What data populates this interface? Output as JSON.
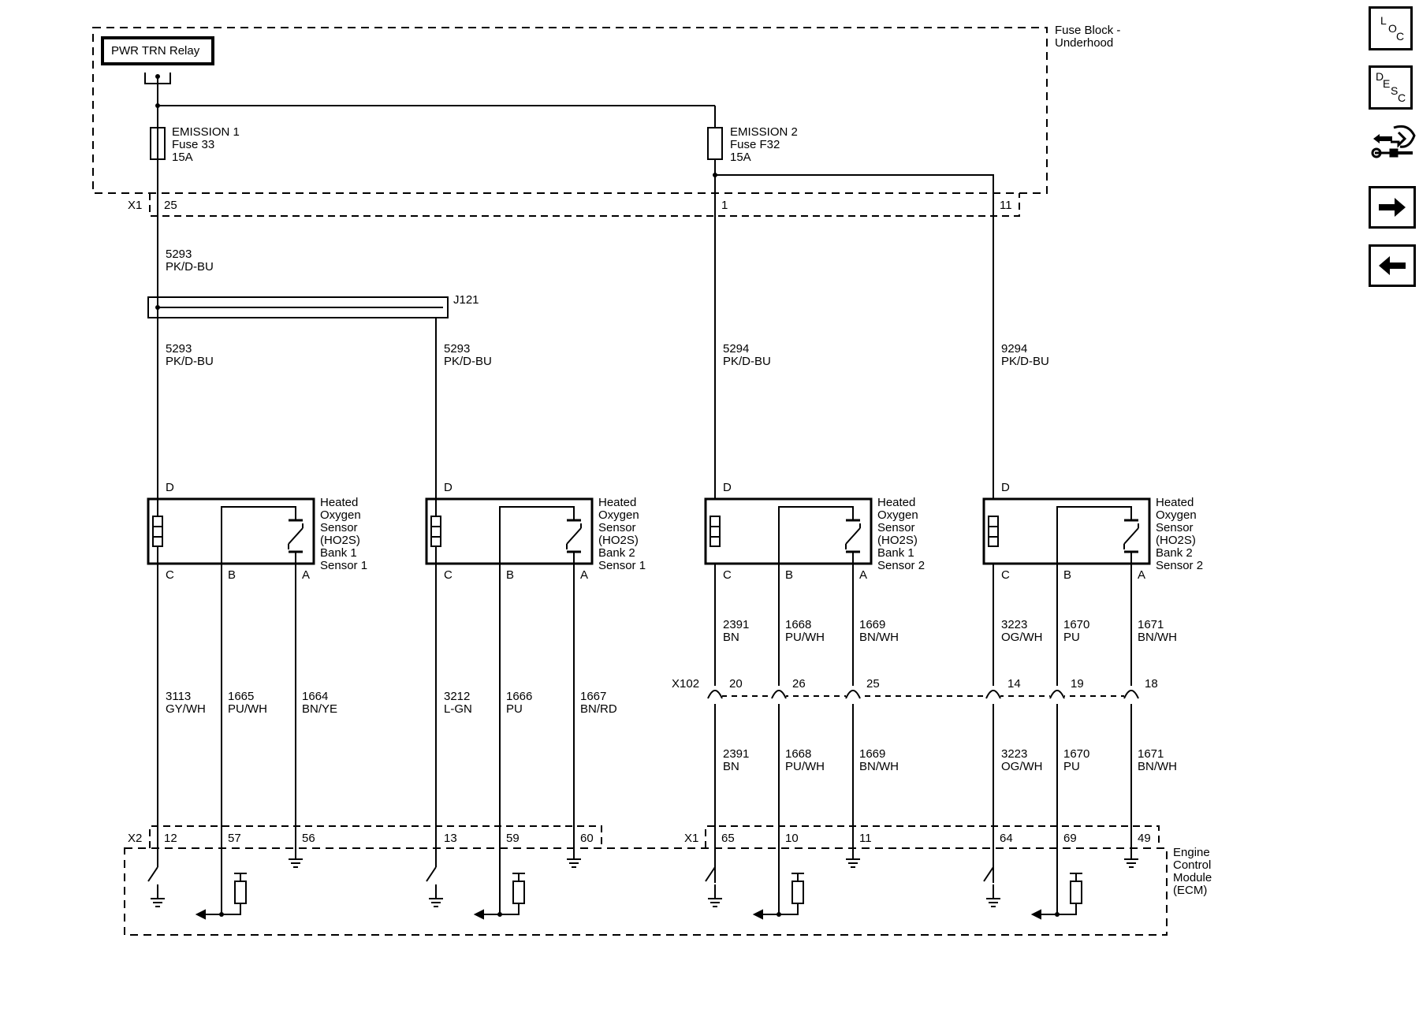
{
  "relay": {
    "label": "PWR TRN Relay"
  },
  "fuse_block": {
    "line1": "Fuse Block -",
    "line2": "Underhood"
  },
  "fuses": [
    {
      "l1": "EMISSION 1",
      "l2": "Fuse 33",
      "l3": "15A"
    },
    {
      "l1": "EMISSION 2",
      "l2": "Fuse F32",
      "l3": "15A"
    }
  ],
  "x1_top": {
    "name": "X1",
    "pins": [
      "25",
      "1",
      "11"
    ]
  },
  "splice": {
    "name": "J121"
  },
  "upper_wires": [
    {
      "num": "5293",
      "color": "PK/D-BU"
    },
    {
      "num": "5293",
      "color": "PK/D-BU"
    },
    {
      "num": "5293",
      "color": "PK/D-BU"
    },
    {
      "num": "5294",
      "color": "PK/D-BU"
    },
    {
      "num": "9294",
      "color": "PK/D-BU"
    }
  ],
  "sensors": [
    {
      "pin_d": "D",
      "pin_c": "C",
      "pin_b": "B",
      "pin_a": "A",
      "l1": "Heated",
      "l2": "Oxygen",
      "l3": "Sensor",
      "l4": "(HO2S)",
      "l5": "Bank 1",
      "l6": "Sensor 1"
    },
    {
      "pin_d": "D",
      "pin_c": "C",
      "pin_b": "B",
      "pin_a": "A",
      "l1": "Heated",
      "l2": "Oxygen",
      "l3": "Sensor",
      "l4": "(HO2S)",
      "l5": "Bank 2",
      "l6": "Sensor 1"
    },
    {
      "pin_d": "D",
      "pin_c": "C",
      "pin_b": "B",
      "pin_a": "A",
      "l1": "Heated",
      "l2": "Oxygen",
      "l3": "Sensor",
      "l4": "(HO2S)",
      "l5": "Bank 1",
      "l6": "Sensor 2"
    },
    {
      "pin_d": "D",
      "pin_c": "C",
      "pin_b": "B",
      "pin_a": "A",
      "l1": "Heated",
      "l2": "Oxygen",
      "l3": "Sensor",
      "l4": "(HO2S)",
      "l5": "Bank 2",
      "l6": "Sensor 2"
    }
  ],
  "lower_wires_left": [
    {
      "num": "3113",
      "color": "GY/WH"
    },
    {
      "num": "1665",
      "color": "PU/WH"
    },
    {
      "num": "1664",
      "color": "BN/YE"
    },
    {
      "num": "3212",
      "color": "L-GN"
    },
    {
      "num": "1666",
      "color": "PU"
    },
    {
      "num": "1667",
      "color": "BN/RD"
    }
  ],
  "wires_above_x102": [
    {
      "num": "2391",
      "color": "BN"
    },
    {
      "num": "1668",
      "color": "PU/WH"
    },
    {
      "num": "1669",
      "color": "BN/WH"
    },
    {
      "num": "3223",
      "color": "OG/WH"
    },
    {
      "num": "1670",
      "color": "PU"
    },
    {
      "num": "1671",
      "color": "BN/WH"
    }
  ],
  "x102": {
    "name": "X102",
    "pins": [
      "20",
      "26",
      "25",
      "14",
      "19",
      "18"
    ]
  },
  "wires_below_x102": [
    {
      "num": "2391",
      "color": "BN"
    },
    {
      "num": "1668",
      "color": "PU/WH"
    },
    {
      "num": "1669",
      "color": "BN/WH"
    },
    {
      "num": "3223",
      "color": "OG/WH"
    },
    {
      "num": "1670",
      "color": "PU"
    },
    {
      "num": "1671",
      "color": "BN/WH"
    }
  ],
  "x2_ecm": {
    "name": "X2",
    "pins": [
      "12",
      "57",
      "56",
      "13",
      "59",
      "60"
    ]
  },
  "x1_ecm": {
    "name": "X1",
    "pins": [
      "65",
      "10",
      "11",
      "64",
      "69",
      "49"
    ]
  },
  "ecm": {
    "l1": "Engine",
    "l2": "Control",
    "l3": "Module",
    "l4": "(ECM)"
  },
  "nav_buttons": [
    {
      "name": "loc-button",
      "letters": [
        "L",
        "O",
        "C"
      ]
    },
    {
      "name": "desc-button",
      "letters": [
        "D",
        "E",
        "S",
        "C"
      ]
    },
    {
      "name": "connector-repair-button"
    },
    {
      "name": "next-button"
    },
    {
      "name": "previous-button"
    }
  ]
}
